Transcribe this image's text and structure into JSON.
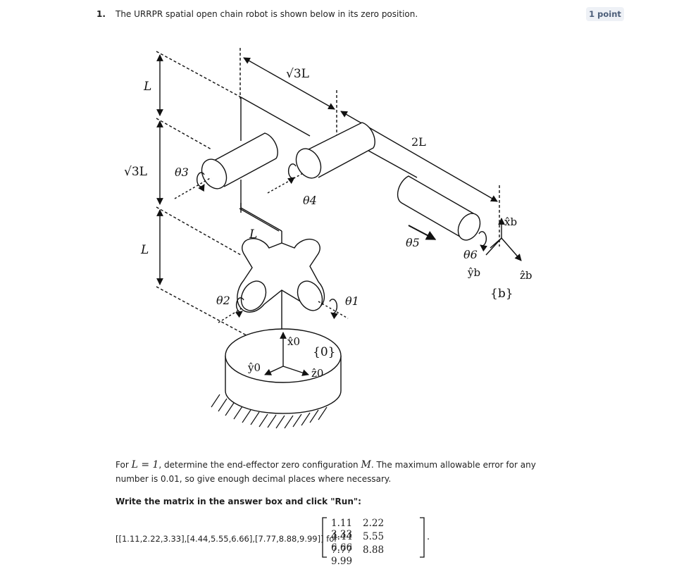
{
  "question": {
    "number": "1.",
    "text": "The URRPR spatial open chain robot is shown below in its zero position.",
    "points": "1 point"
  },
  "figure": {
    "labels": {
      "L_top": "L",
      "sqrt3L_left": "√3L",
      "L_bottom": "L",
      "sqrt3L_top": "√3L",
      "twoL": "2L",
      "L_arm": "L",
      "theta1": "θ1",
      "theta2": "θ2",
      "theta3": "θ3",
      "theta4": "θ4",
      "theta5": "θ5",
      "theta6": "θ6",
      "x0": "x̂0",
      "y0": "ŷ0",
      "z0": "ẑ0",
      "frame0": "{0}",
      "xb": "x̂b",
      "yb": "ŷb",
      "zb": "ẑb",
      "frameb": "{b}"
    }
  },
  "body": {
    "para_prefix": "For",
    "para_eq": "L = 1",
    "para_mid": ", determine the end-effector zero configuration",
    "para_M": "M",
    "para_rest": ". The maximum allowable error for any number is 0.01, so give enough decimal places where necessary.",
    "instruction": "Write the matrix in the answer box and click \"Run\":",
    "example_text": "[[1.11,2.22,3.33],[4.44,5.55,6.66],[7.77,8.88,9.99]] for",
    "matrix": [
      [
        "1.11",
        "2.22",
        "3.33"
      ],
      [
        "4.44",
        "5.55",
        "6.66"
      ],
      [
        "7.77",
        "8.88",
        "9.99"
      ]
    ],
    "matrix_end": "."
  }
}
